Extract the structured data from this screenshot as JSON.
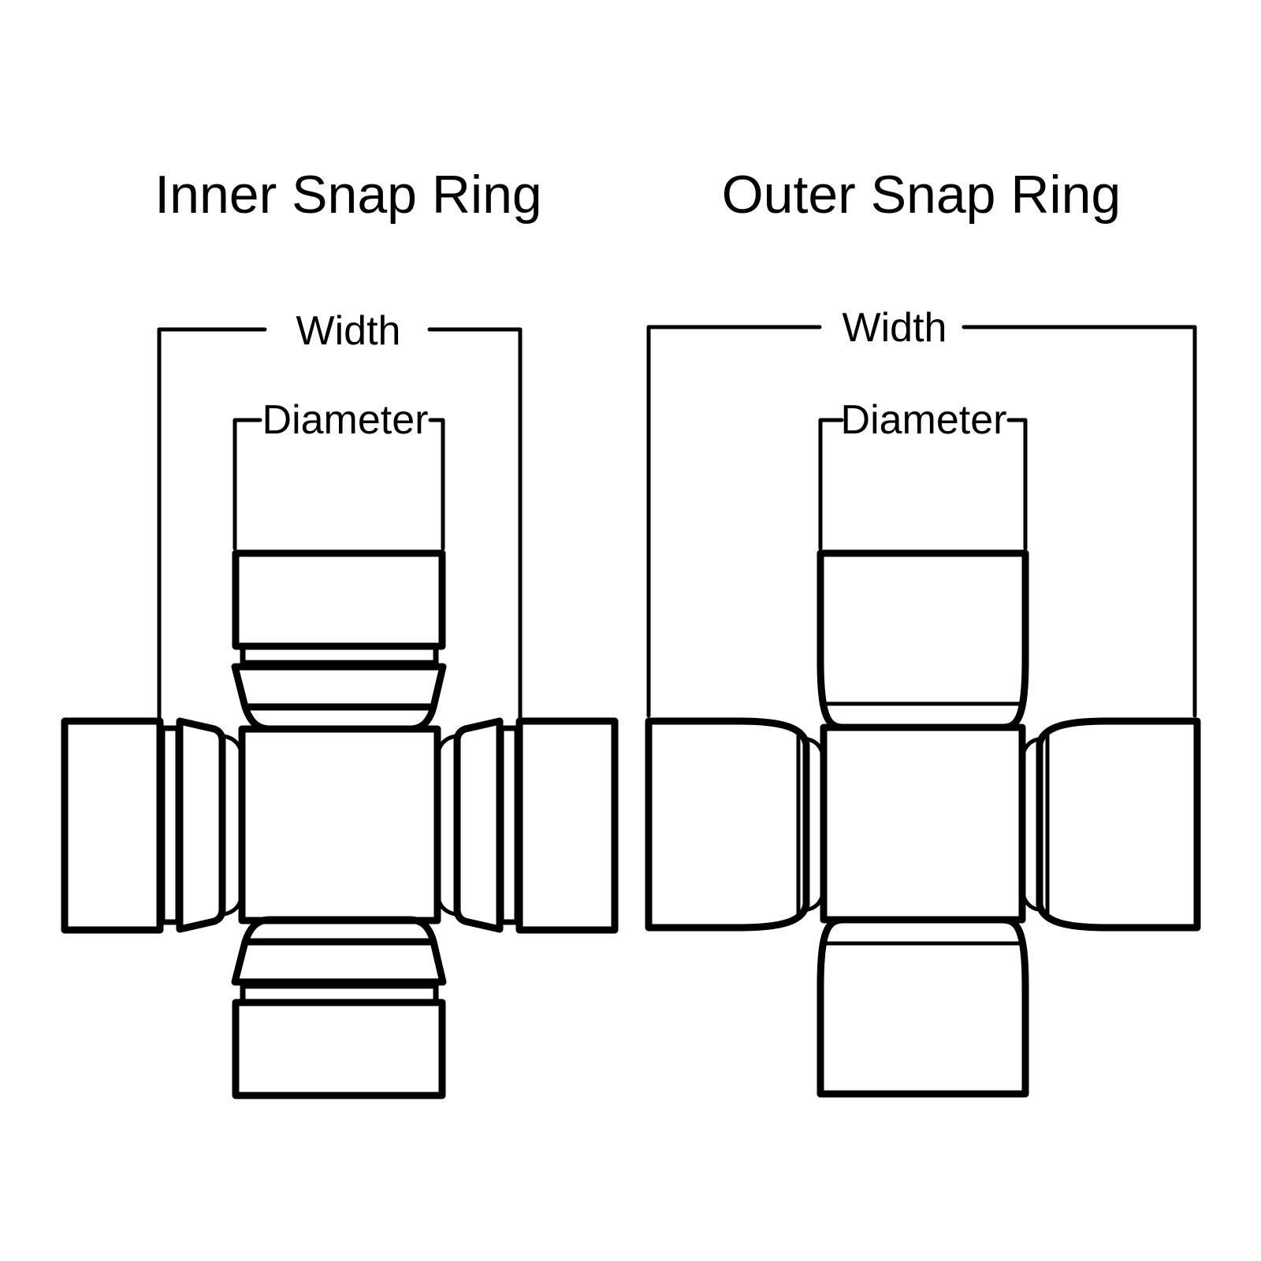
{
  "page": {
    "background": "#ffffff",
    "line_color": "#000000"
  },
  "diagrams": [
    {
      "id": "inner",
      "title": "Inner Snap Ring",
      "width_label": "Width",
      "diameter_label": "Diameter"
    },
    {
      "id": "outer",
      "title": "Outer Snap Ring",
      "width_label": "Width",
      "diameter_label": "Diameter"
    }
  ]
}
